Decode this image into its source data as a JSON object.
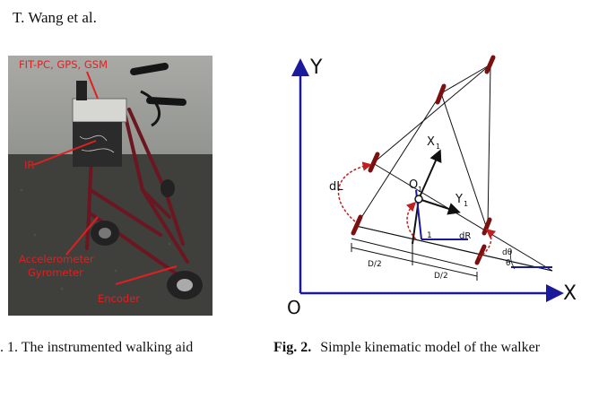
{
  "header": {
    "author": "T. Wang et al."
  },
  "figure1": {
    "labels": {
      "fitpc": "FIT-PC, GPS, GSM",
      "ir": "IR",
      "accel": "Accelerometer",
      "gyro": "Gyrometer",
      "encoder": "Encoder"
    },
    "caption": ". 1. The instrumented walking aid"
  },
  "figure2": {
    "axes": {
      "y": "Y",
      "x": "X",
      "origin": "O"
    },
    "labels": {
      "dL": "dL",
      "dR": "dR",
      "O1": "O",
      "O1_sub": "1",
      "X1": "X",
      "X1_sub": "1",
      "Y1": "Y",
      "Y1_sub": "1",
      "half_left": "D/2",
      "half_right": "D/2",
      "dtheta": "dθ",
      "theta": "θ",
      "one": "1"
    },
    "caption_label": "Fig. 2.",
    "caption_text": "Simple kinematic model of the walker"
  },
  "colors": {
    "axis_blue": "#1a1a9a",
    "label_red": "#e02020",
    "wheel_red": "#7a1010",
    "arc_red": "#c02020"
  }
}
